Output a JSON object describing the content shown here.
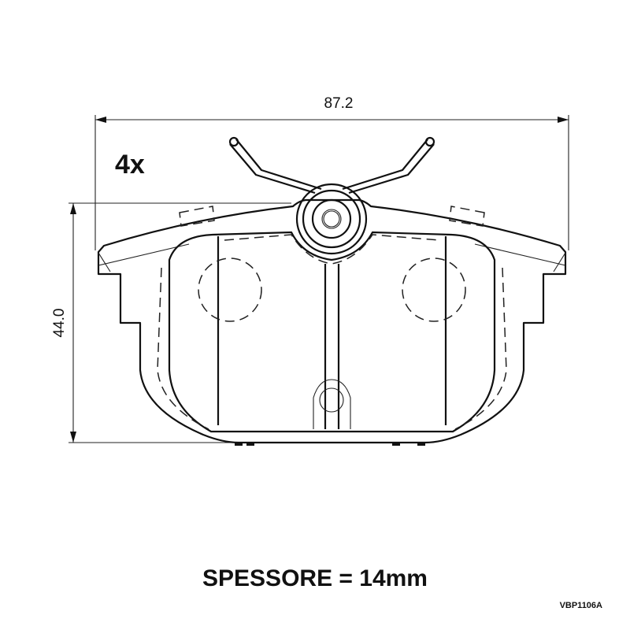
{
  "drawing": {
    "width_dimension": "87.2",
    "height_dimension": "44.0",
    "quantity_label": "4x",
    "thickness_note": "SPESSORE = 14mm",
    "part_code": "VBP1106A"
  }
}
